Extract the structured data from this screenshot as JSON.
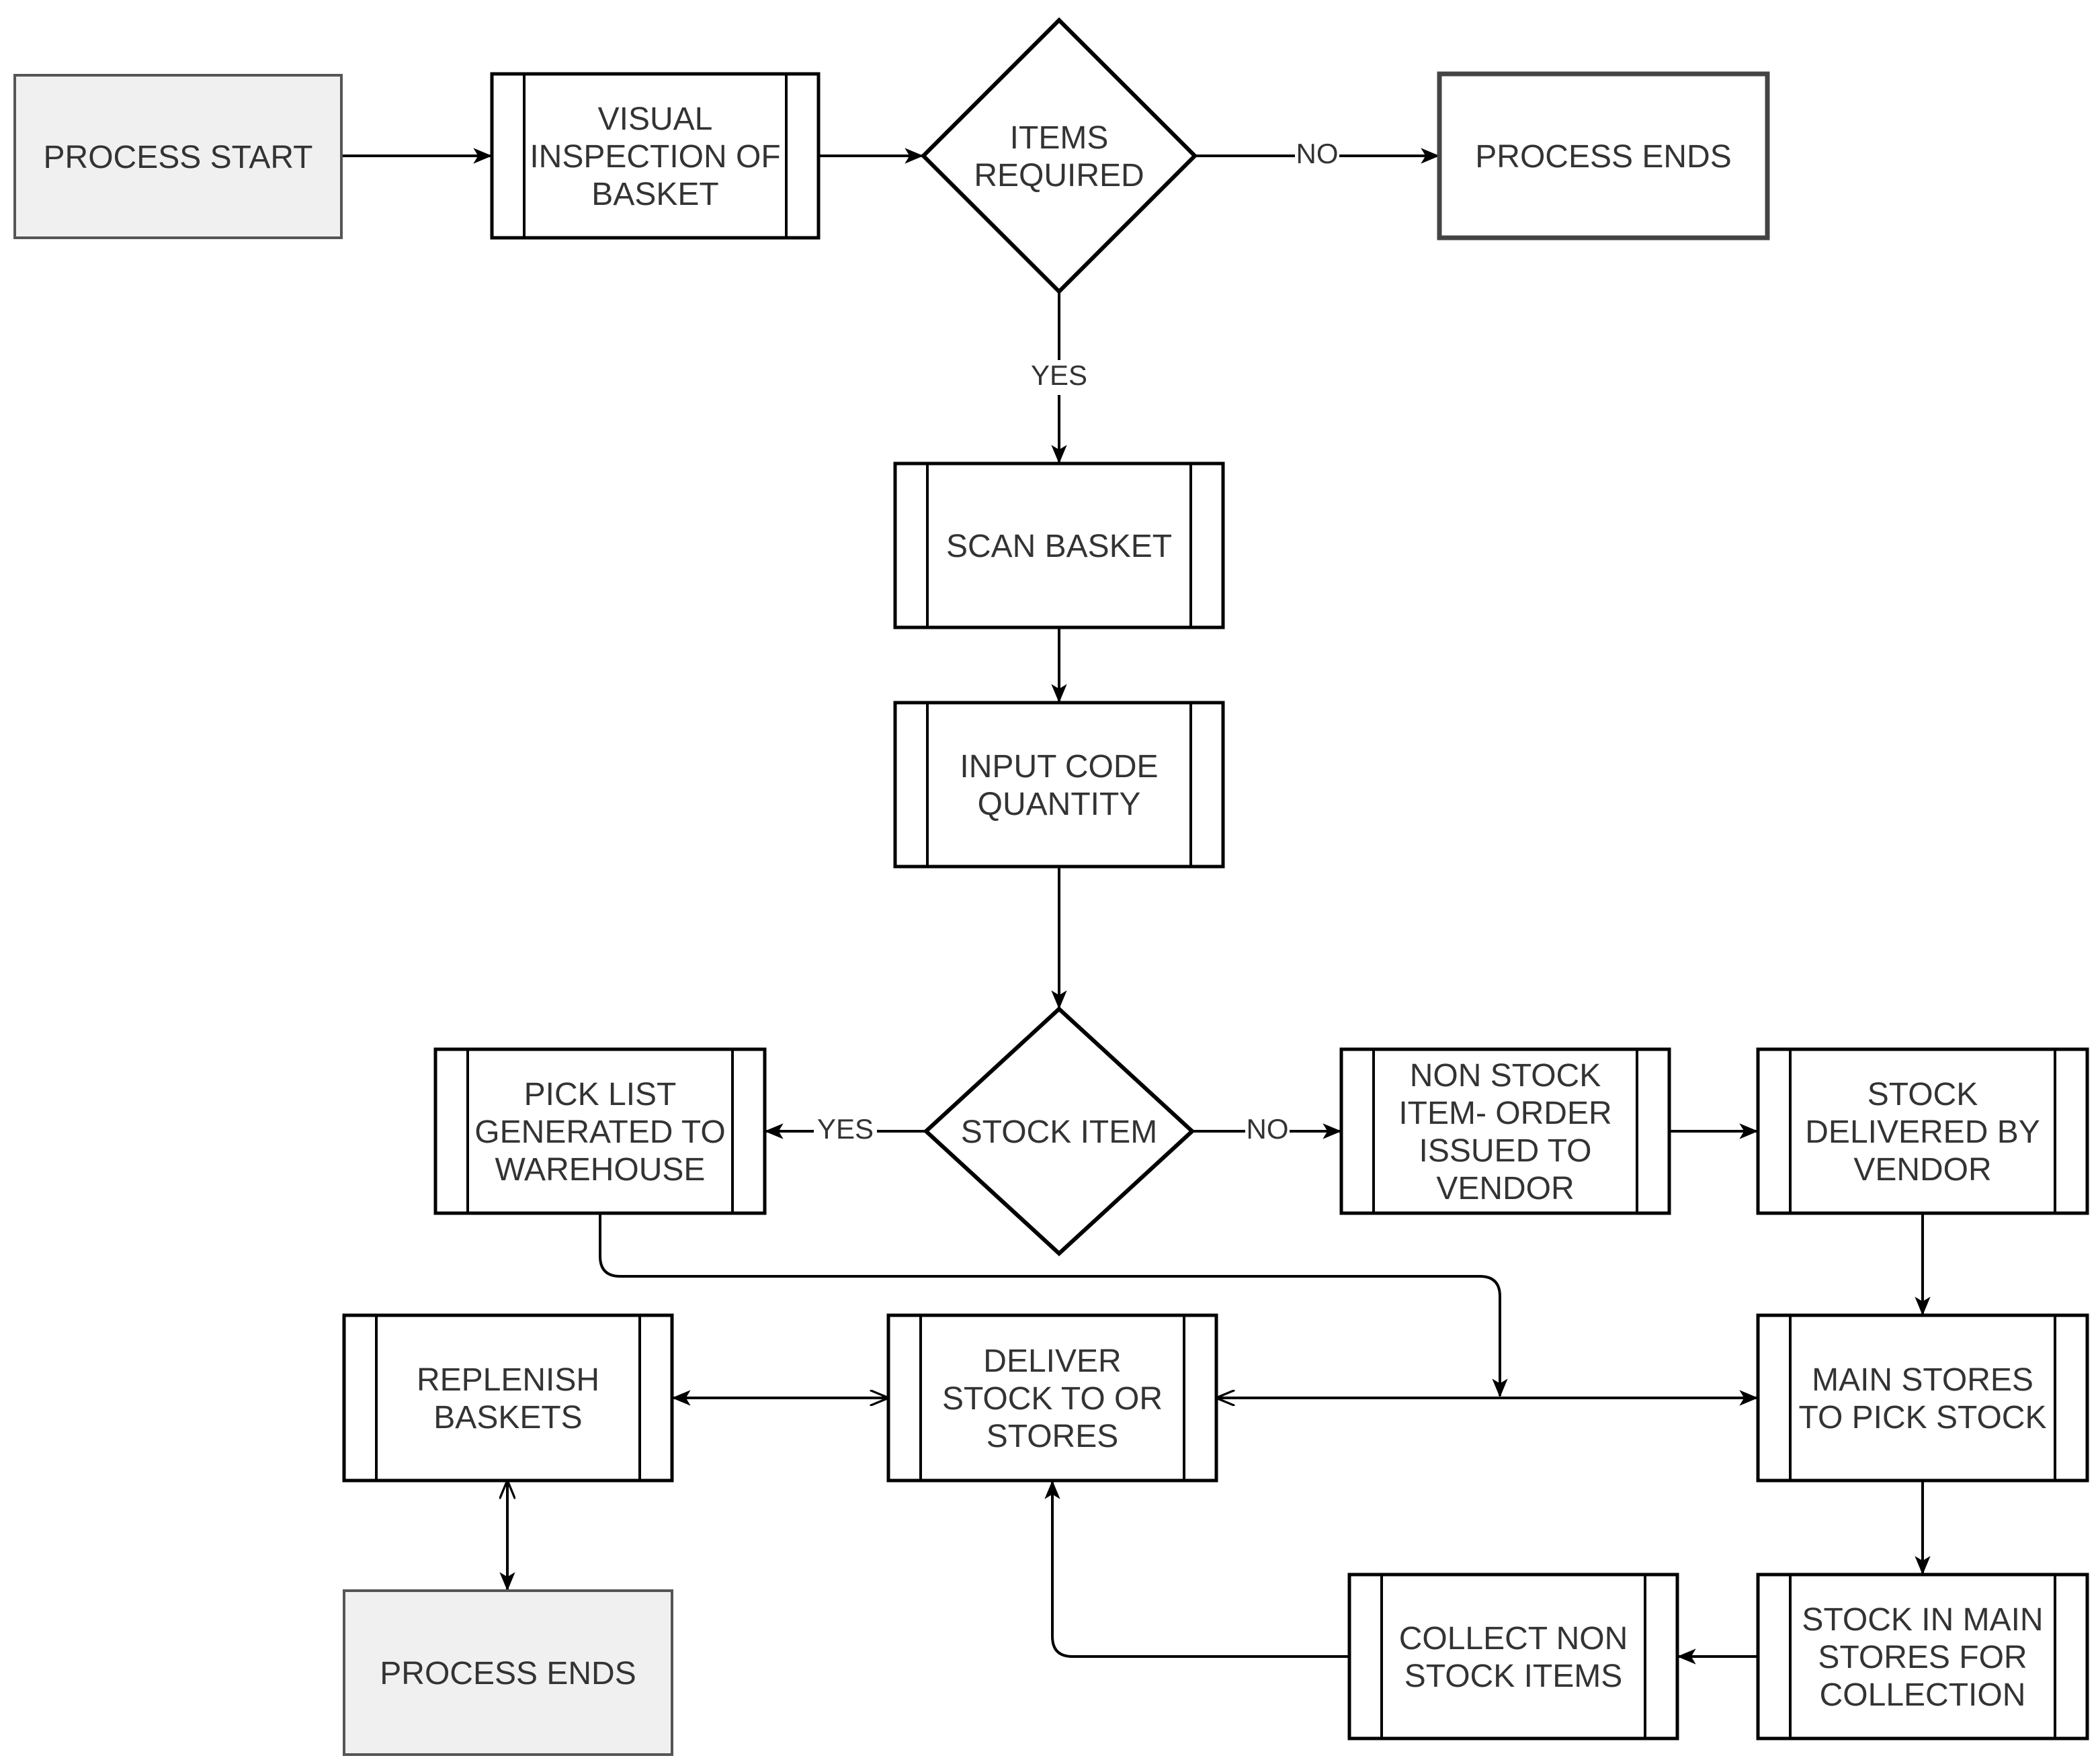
{
  "colors": {
    "stroke": "#000000",
    "text": "#333333",
    "terminal_fill": "#f0f0f0",
    "box_fill": "#ffffff",
    "background": "#ffffff"
  },
  "nodes": {
    "process_start": {
      "label": "PROCESS START"
    },
    "visual_inspection": {
      "label": "VISUAL\nINSPECTION OF\nBASKET"
    },
    "items_required": {
      "label": "ITEMS\nREQUIRED"
    },
    "process_ends_top": {
      "label": "PROCESS ENDS"
    },
    "scan_basket": {
      "label": "SCAN BASKET"
    },
    "input_code": {
      "label": "INPUT CODE\nQUANTITY"
    },
    "stock_item": {
      "label": "STOCK ITEM"
    },
    "pick_list": {
      "label": "PICK LIST\nGENERATED TO\nWAREHOUSE"
    },
    "non_stock_order": {
      "label": "NON STOCK\nITEM- ORDER\nISSUED TO\nVENDOR"
    },
    "stock_delivered": {
      "label": "STOCK\nDELIVERED BY\nVENDOR"
    },
    "replenish": {
      "label": "REPLENISH\nBASKETS"
    },
    "deliver_stock": {
      "label": "DELIVER\nSTOCK TO OR\nSTORES"
    },
    "main_stores_pick": {
      "label": "MAIN STORES\nTO PICK STOCK"
    },
    "process_ends_bottom": {
      "label": "PROCESS ENDS"
    },
    "collect_non_stock": {
      "label": "COLLECT NON\nSTOCK ITEMS"
    },
    "stock_in_main": {
      "label": "STOCK IN MAIN\nSTORES FOR\nCOLLECTION"
    }
  },
  "edge_labels": {
    "items_no": "NO",
    "items_yes": "YES",
    "stock_yes": "YES",
    "stock_no": "NO"
  }
}
